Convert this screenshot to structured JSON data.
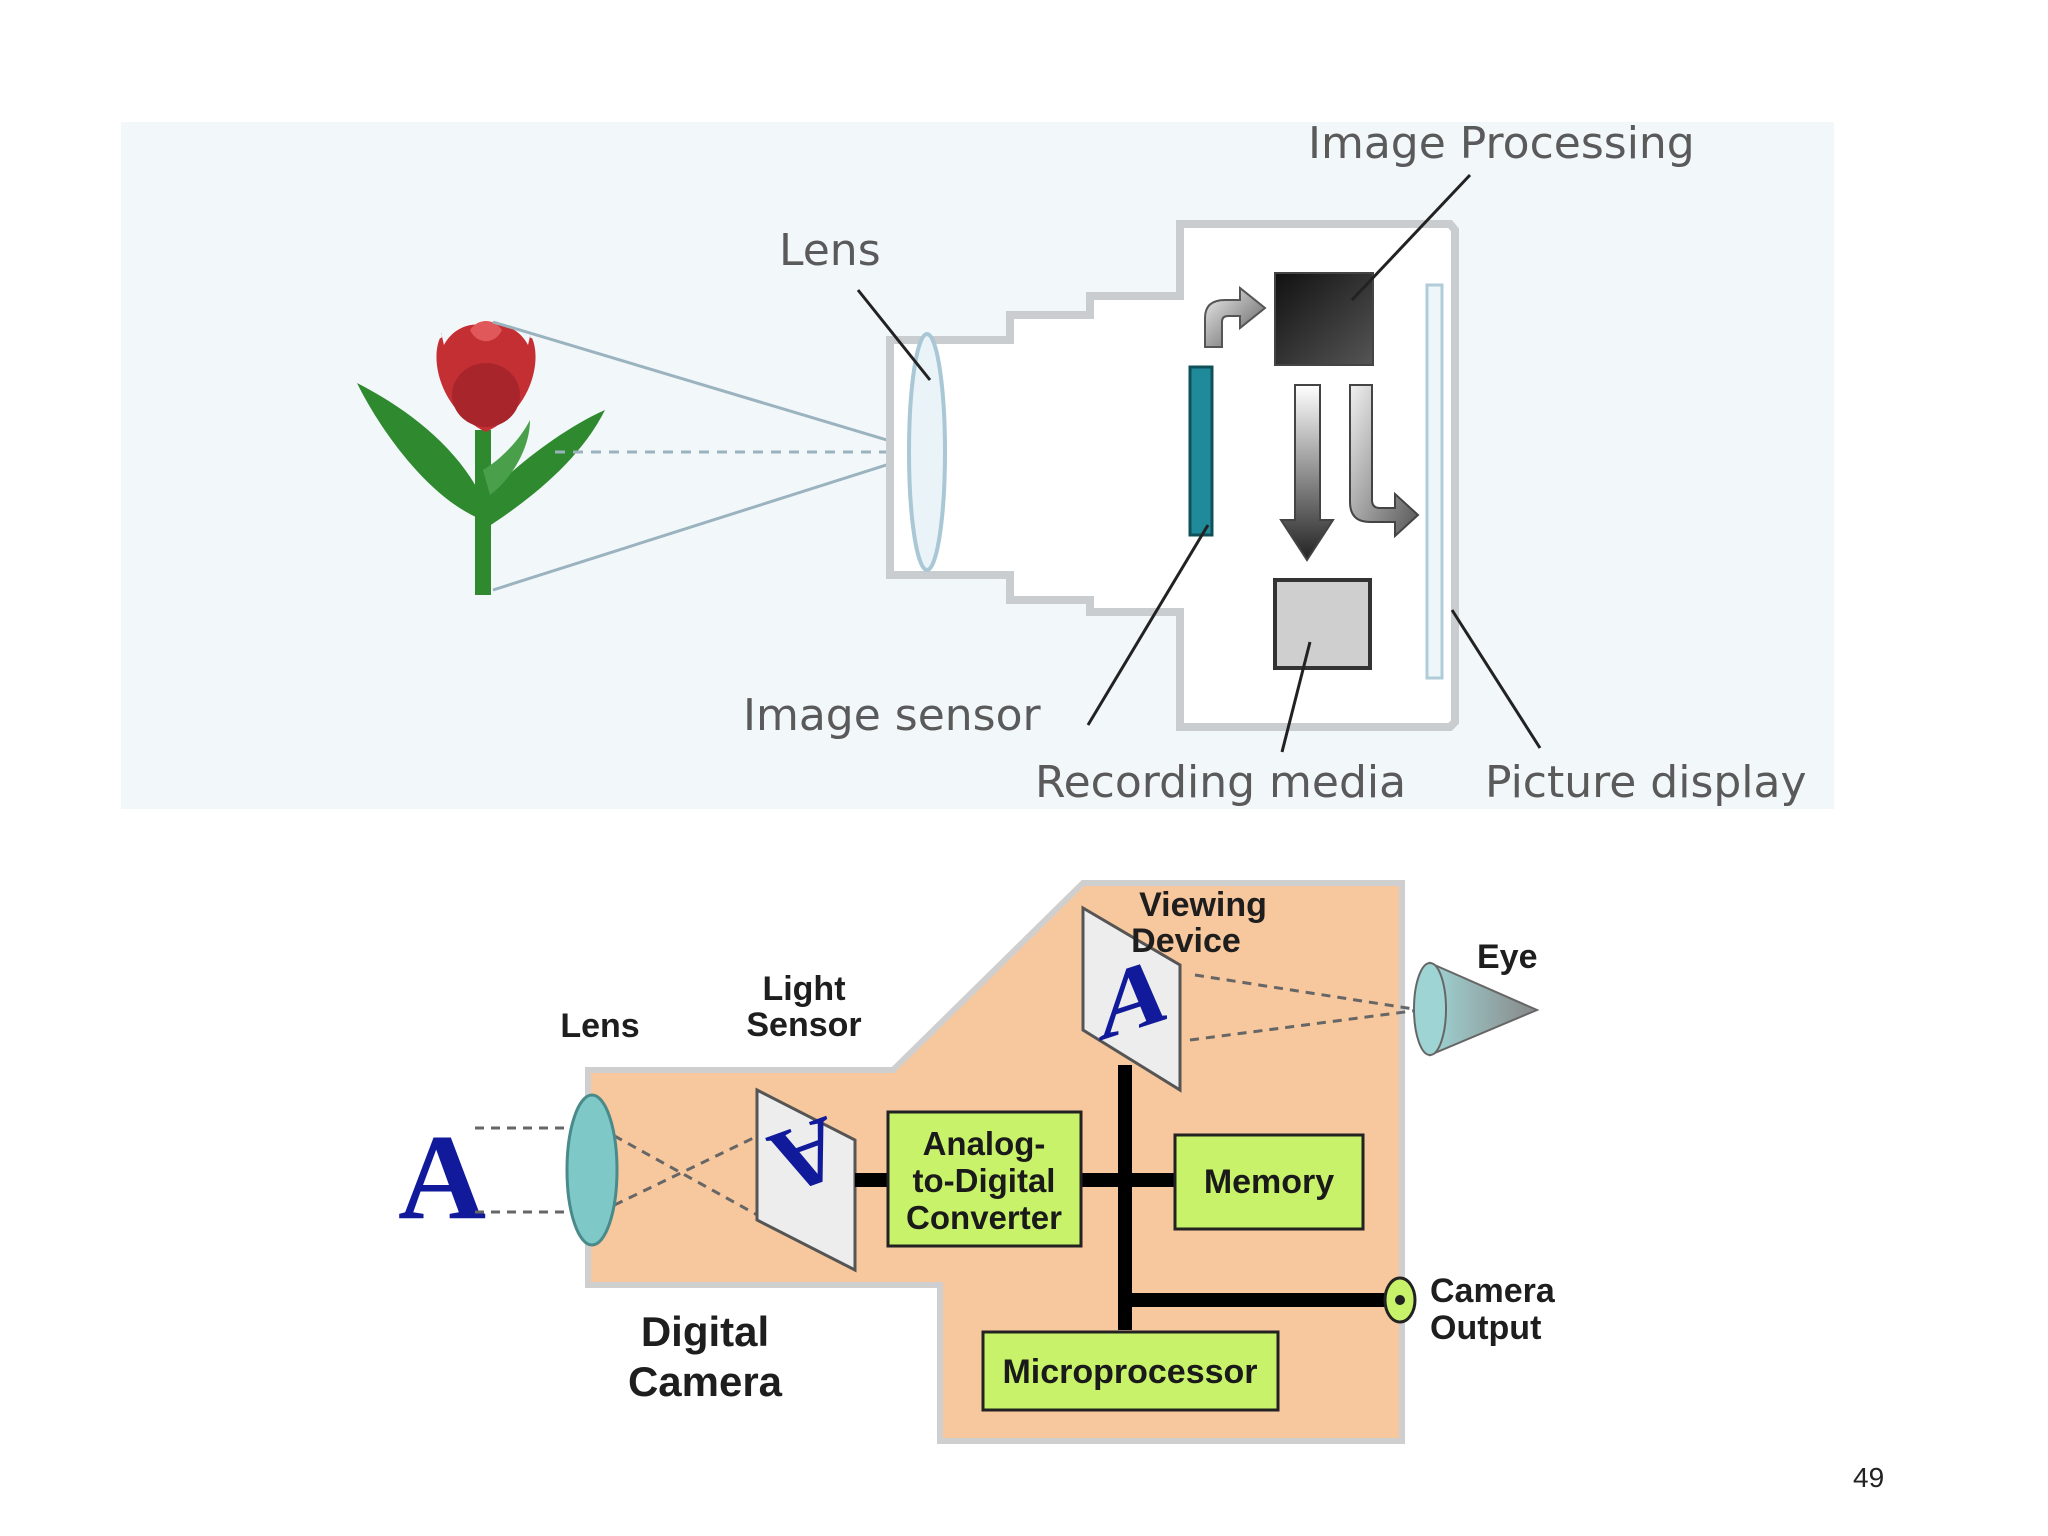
{
  "top_diagram": {
    "labels": {
      "image_processing": "Image Processing",
      "lens": "Lens",
      "image_sensor": "Image sensor",
      "recording_media": "Recording media",
      "picture_display": "Picture display"
    },
    "colors": {
      "panel_bg": "#f2f7fa",
      "tulip_red": "#c42f34",
      "stem_green": "#2f8a2f",
      "sensor_teal": "#1f8a9a"
    }
  },
  "bottom_diagram": {
    "labels": {
      "viewing_device_line1": "Viewing",
      "viewing_device_line2": "Device",
      "eye": "Eye",
      "light_sensor_line1": "Light",
      "light_sensor_line2": "Sensor",
      "lens": "Lens",
      "subject_letter": "A",
      "adc_line1": "Analog-",
      "adc_line2": "to-Digital",
      "adc_line3": "Converter",
      "memory": "Memory",
      "camera_output_line1": "Camera",
      "camera_output_line2": "Output",
      "microprocessor": "Microprocessor",
      "camera_line1": "Digital",
      "camera_line2": "Camera"
    },
    "colors": {
      "body_fill": "#f7c79d",
      "box_fill": "#c9f26b",
      "letter_blue": "#101a9a"
    }
  },
  "page_number": "49"
}
